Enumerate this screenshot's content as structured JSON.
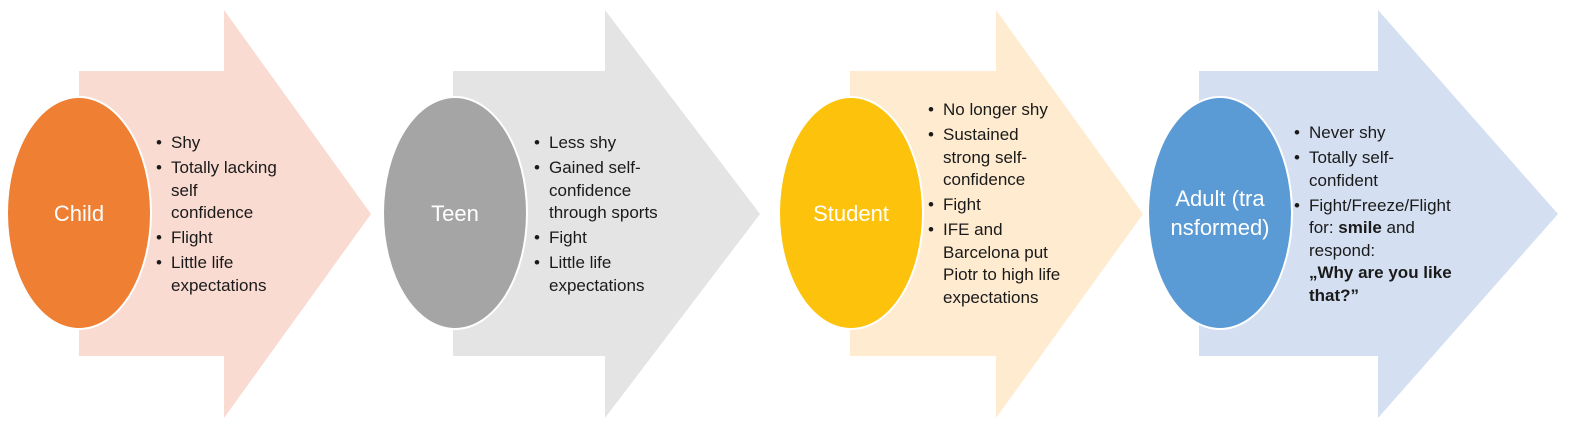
{
  "colors": {
    "arrow_child": "#f9dbd1",
    "arrow_teen": "#e4e4e4",
    "arrow_student": "#feebd0",
    "arrow_adult": "#d4e0f2",
    "oval_child": "#ee7f33",
    "oval_teen": "#a5a5a5",
    "oval_student": "#fdc20b",
    "oval_adult": "#5b9bd5"
  },
  "stages": [
    {
      "label": "Child",
      "bullets": [
        {
          "text": "Shy"
        },
        {
          "text": "Totally lacking self confidence"
        },
        {
          "text": "Flight"
        },
        {
          "text": "Little life expectations"
        }
      ]
    },
    {
      "label": "Teen",
      "bullets": [
        {
          "text": "Less shy"
        },
        {
          "text": "Gained self-confidence through sports"
        },
        {
          "text": "Fight"
        },
        {
          "text": "Little life expectations"
        }
      ]
    },
    {
      "label": "Student",
      "bullets": [
        {
          "text": "No longer shy"
        },
        {
          "text": "Sustained strong self-confidence"
        },
        {
          "text": "Fight"
        },
        {
          "text": "IFE and Barcelona put Piotr to high life expectations"
        }
      ]
    },
    {
      "label": "Adult (transformed)",
      "bullets": [
        {
          "text": "Never shy"
        },
        {
          "text": "Totally self-confident"
        },
        {
          "pre": "Fight/Freeze/Flight for: ",
          "bold": "smile",
          "post": " and respond:",
          "quote": "„Why are you like that?”"
        }
      ]
    }
  ]
}
